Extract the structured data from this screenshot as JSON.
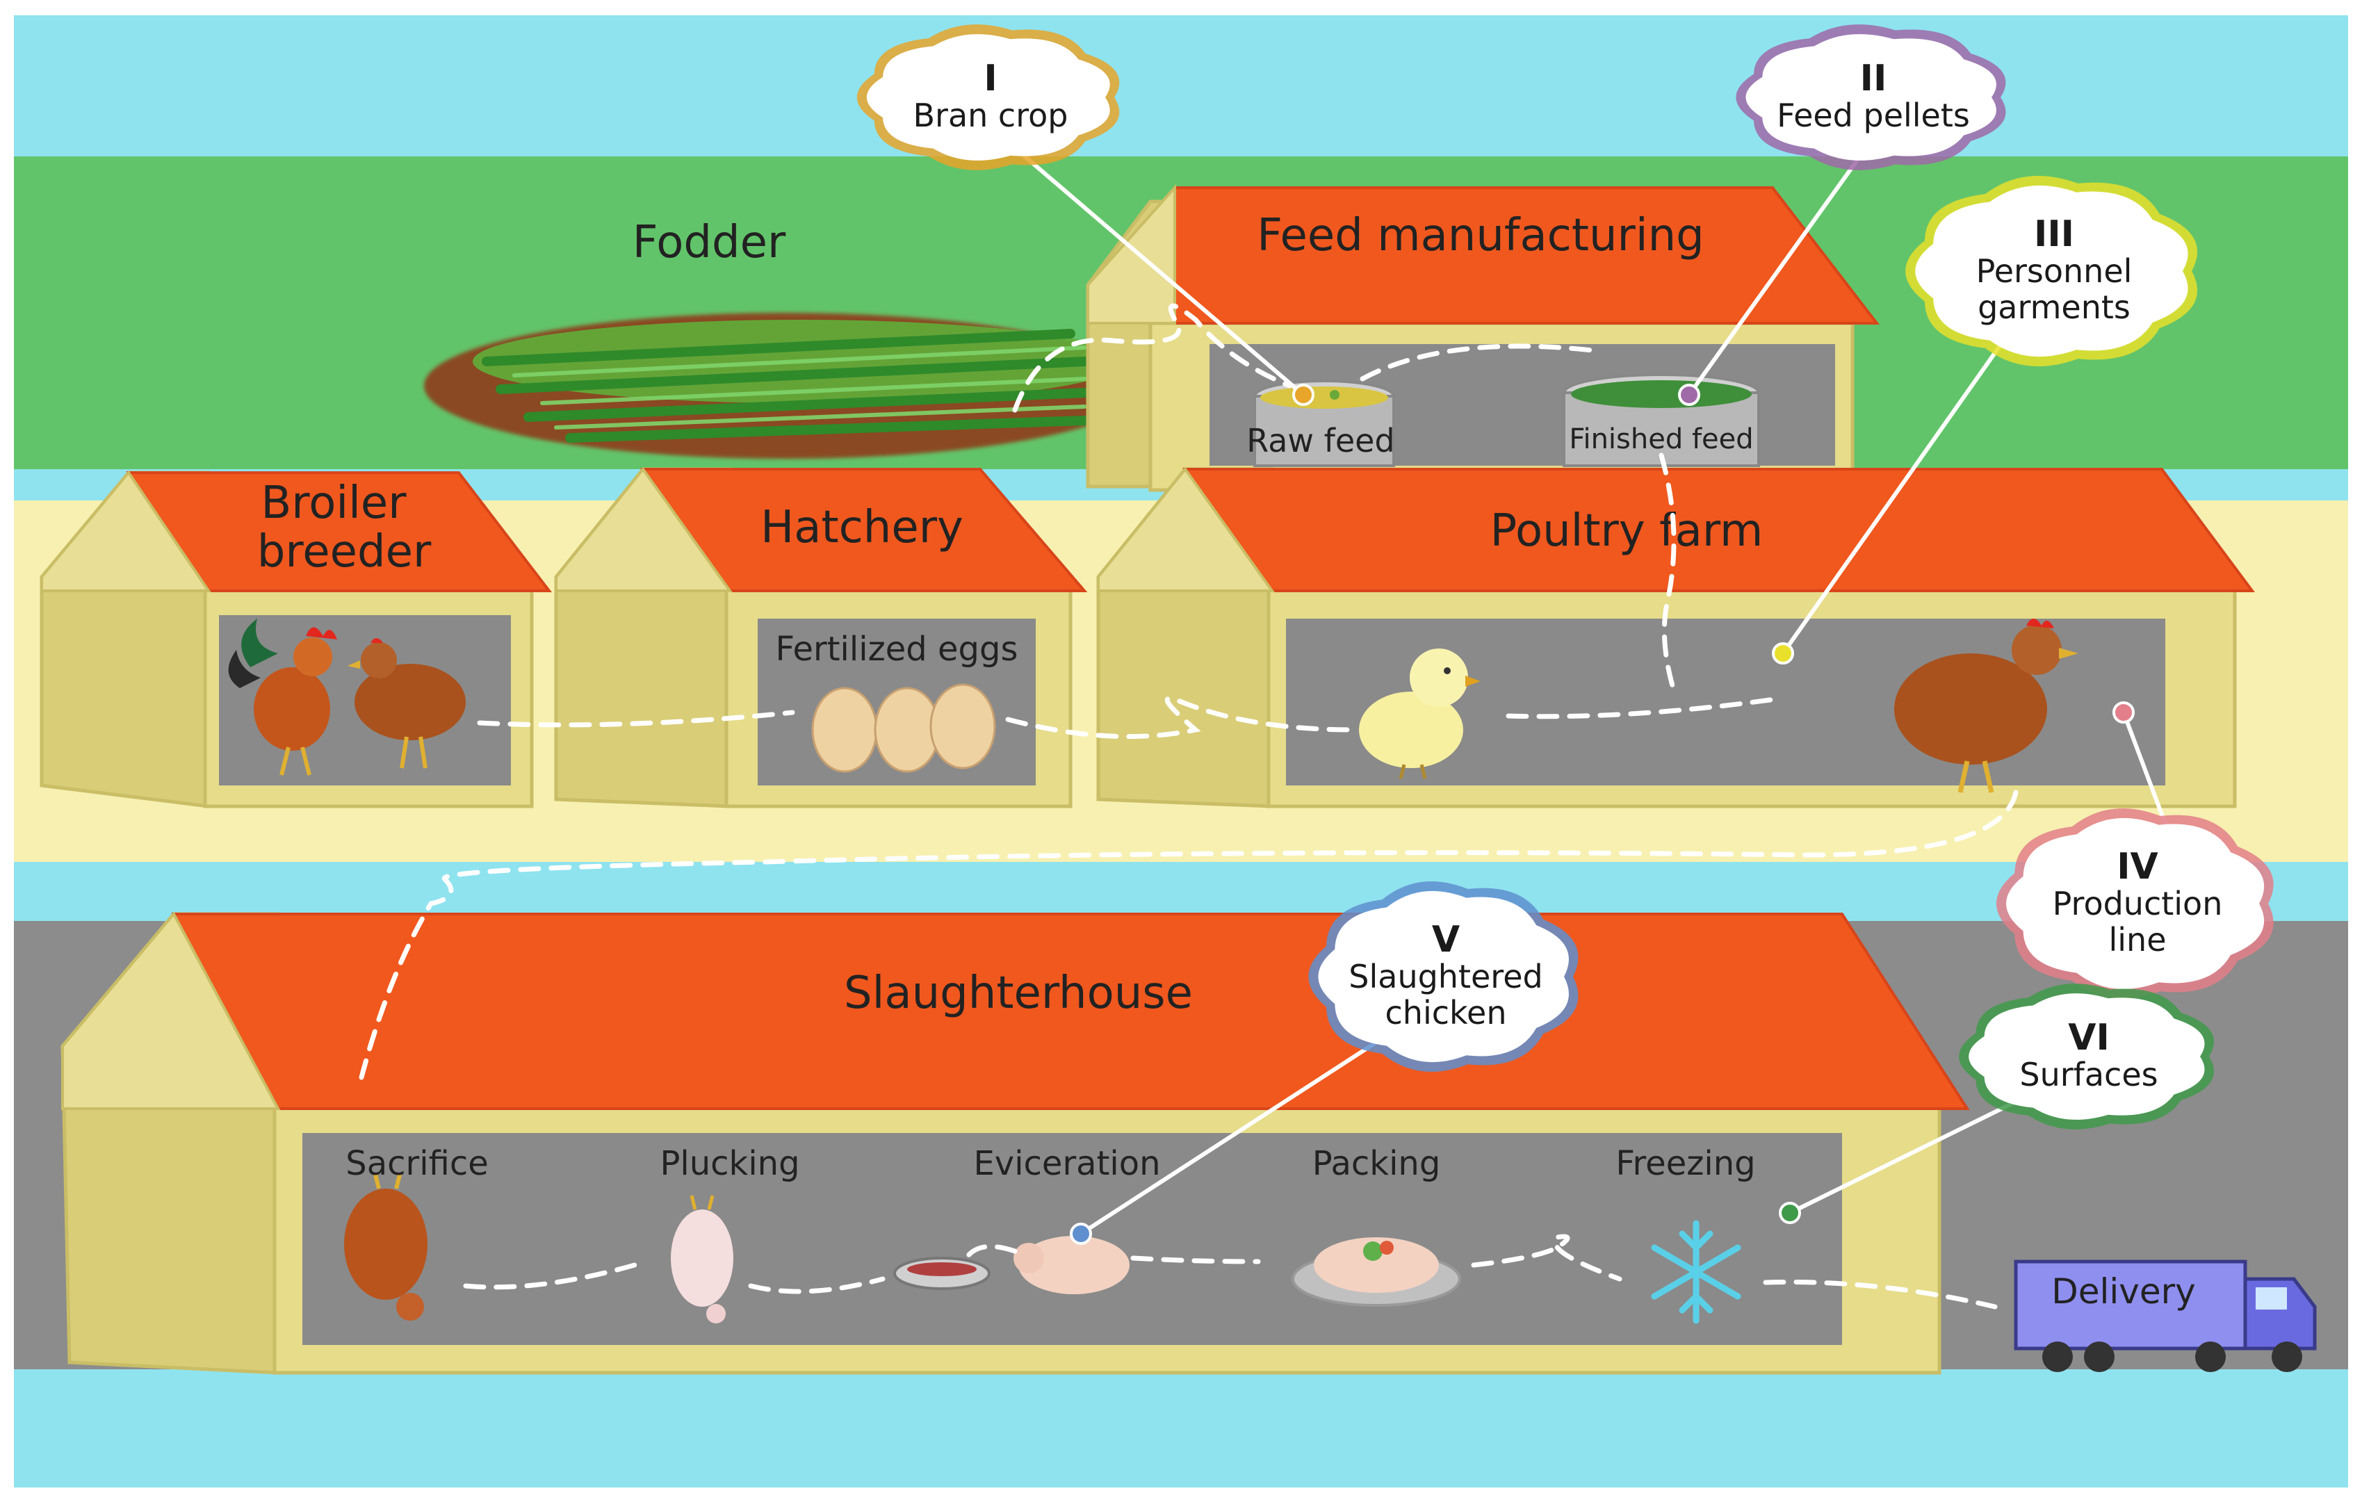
{
  "buildings": {
    "fodder": "Fodder",
    "feed_manufacturing": "Feed manufacturing",
    "broiler_breeder": [
      "Broiler",
      "breeder"
    ],
    "hatchery": "Hatchery",
    "poultry_farm": "Poultry farm",
    "slaughterhouse": "Slaughterhouse"
  },
  "inner_labels": {
    "raw_feed": "Raw feed",
    "finished_feed": "Finished feed",
    "fertilized_eggs": "Fertilized eggs",
    "sacrifice": "Sacrifice",
    "plucking": "Plucking",
    "eviceration": "Eviceration",
    "packing": "Packing",
    "freezing": "Freezing",
    "delivery": "Delivery"
  },
  "sampling_points": [
    {
      "numeral": "I",
      "lines": [
        "Bran crop"
      ],
      "color": "#e8a52a"
    },
    {
      "numeral": "II",
      "lines": [
        "Feed pellets"
      ],
      "color": "#a06aa8"
    },
    {
      "numeral": "III",
      "lines": [
        "Personnel",
        "garments"
      ],
      "color": "#e8e02a"
    },
    {
      "numeral": "IV",
      "lines": [
        "Production",
        "line"
      ],
      "color": "#e37f8a"
    },
    {
      "numeral": "V",
      "lines": [
        "Slaughtered",
        "chicken"
      ],
      "color": "#5f8fcf"
    },
    {
      "numeral": "VI",
      "lines": [
        "Surfaces"
      ],
      "color": "#3f9a4a"
    }
  ],
  "colors": {
    "sky": "#8fe3ef",
    "field": "#62c46a",
    "ground": "#f7f0b0",
    "road": "#8c8c8c",
    "roof": "#f0581e",
    "wall": "#e6dc8a",
    "truck": "#8f8ff0"
  }
}
